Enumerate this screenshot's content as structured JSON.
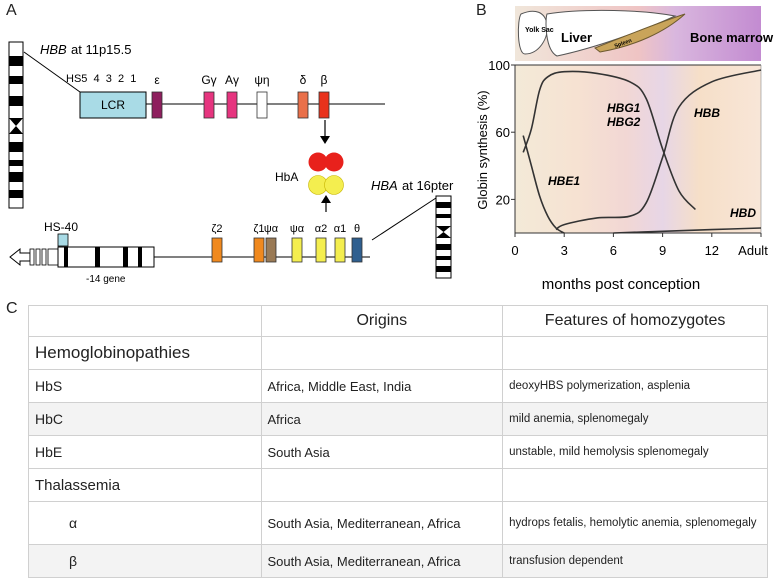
{
  "panels": {
    "a": "A",
    "b": "B",
    "c": "C"
  },
  "panel_a": {
    "hbb_label": "HBB",
    "hbb_location": " at 11p15.5",
    "lcr_sites": "HS5  4  3  2  1",
    "lcr_label": "LCR",
    "beta_genes": [
      {
        "label": "ε",
        "color": "#8e1f5e"
      },
      {
        "label": "Gγ",
        "color": "#e6357f"
      },
      {
        "label": "Aγ",
        "color": "#e6357f"
      },
      {
        "label": "ψη",
        "color": "#ffffff"
      },
      {
        "label": "δ",
        "color": "#e9704a"
      },
      {
        "label": "β",
        "color": "#e8321c"
      }
    ],
    "hba_protein": "HbA",
    "hba_label": "HBA",
    "hba_location": " at 16pter",
    "hs40_label": "HS-40",
    "gene14_label": "-14 gene",
    "alpha_genes": [
      {
        "label": "ζ2",
        "color": "#f0891e"
      },
      {
        "label": "ζ1",
        "color": "#f0891e"
      },
      {
        "label": "ψα",
        "color": "#9a7a55"
      },
      {
        "label": "ψα",
        "color": "#f4ee4f"
      },
      {
        "label": "α2",
        "color": "#f4ee4f"
      },
      {
        "label": "α1",
        "color": "#f4ee4f"
      },
      {
        "label": "θ",
        "color": "#2f5f8f"
      }
    ]
  },
  "panel_b": {
    "sites": {
      "yolk": "Yolk Sac",
      "liver": "Liver",
      "spleen": "Spleen",
      "marrow": "Bone marrow"
    }
  },
  "chart_data": {
    "type": "line",
    "ylabel": "Globin synthesis (%)",
    "xlabel": "months post conception",
    "x_ticks": [
      "0",
      "3",
      "6",
      "9",
      "12",
      "Adult"
    ],
    "y_ticks": [
      "20",
      "60",
      "100"
    ],
    "xlim": [
      0,
      15
    ],
    "ylim": [
      0,
      100
    ],
    "series": [
      {
        "name": "HBE1",
        "x": [
          0.5,
          1,
          1.5,
          2,
          2.5,
          3
        ],
        "y": [
          58,
          40,
          22,
          10,
          3,
          0
        ]
      },
      {
        "name": "HBG1 HBG2",
        "x": [
          0.5,
          1,
          1.5,
          2,
          3,
          5,
          7,
          8,
          9,
          10,
          11
        ],
        "y": [
          48,
          62,
          85,
          93,
          96,
          95,
          90,
          80,
          50,
          25,
          14
        ]
      },
      {
        "name": "HBB",
        "x": [
          2.5,
          3,
          5,
          7,
          8,
          9,
          10,
          12,
          15
        ],
        "y": [
          2,
          5,
          9,
          10,
          18,
          45,
          75,
          90,
          97
        ]
      },
      {
        "name": "HBD",
        "x": [
          6,
          9,
          12,
          15
        ],
        "y": [
          0,
          1,
          2,
          3
        ]
      }
    ]
  },
  "table": {
    "headers": [
      "",
      "Origins",
      "Features of homozygotes"
    ],
    "sections": [
      {
        "title": "Hemoglobinopathies",
        "rows": [
          {
            "name": "HbS",
            "origins": "Africa, Middle East, India",
            "features": "deoxyHBS polymerization, asplenia"
          },
          {
            "name": "HbC",
            "origins": "Africa",
            "features": "mild anemia, splenomegaly"
          },
          {
            "name": "HbE",
            "origins": "South Asia",
            "features": "unstable, mild hemolysis splenomegaly"
          }
        ]
      },
      {
        "title": "Thalassemia",
        "rows": [
          {
            "name": "α",
            "origins": "South Asia, Mediterranean, Africa",
            "features": "hydrops fetalis, hemolytic anemia, splenomegaly"
          },
          {
            "name": "β",
            "origins": "South Asia, Mediterranean, Africa",
            "features": "transfusion dependent"
          }
        ]
      }
    ]
  }
}
